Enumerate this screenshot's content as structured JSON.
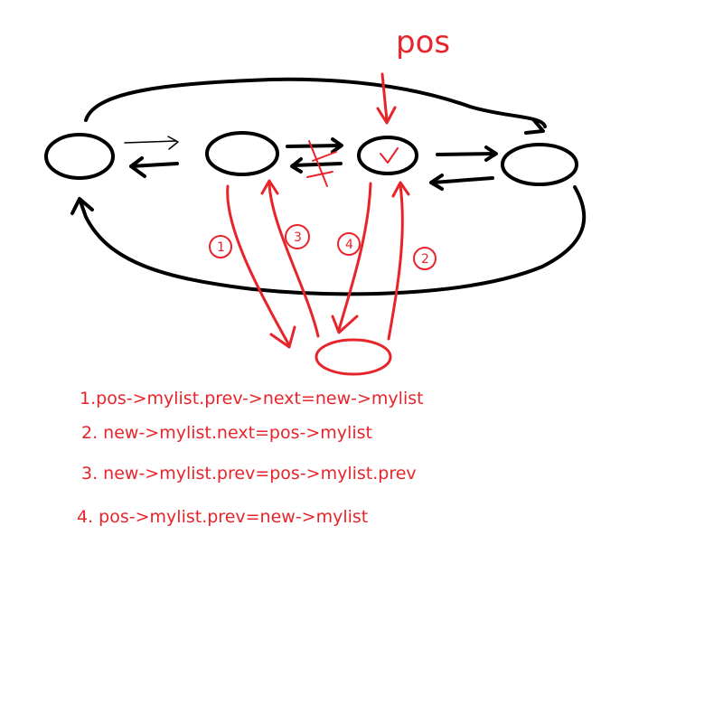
{
  "colors": {
    "ink": "#000000",
    "annotation": "#e8242b",
    "background": "#ffffff"
  },
  "diagram": {
    "pointer_label": "pos",
    "badges": [
      "1",
      "3",
      "4",
      "2"
    ],
    "icons": [
      "checkmark-icon",
      "cross-icon"
    ]
  },
  "steps": [
    {
      "number": "1.",
      "text": "pos->mylist.prev->next=new->mylist"
    },
    {
      "number": "2.",
      "text": " new->mylist.next=pos->mylist"
    },
    {
      "number": "3.",
      "text": " new->mylist.prev=pos->mylist.prev"
    },
    {
      "number": "4.",
      "text": " pos->mylist.prev=new->mylist"
    }
  ]
}
